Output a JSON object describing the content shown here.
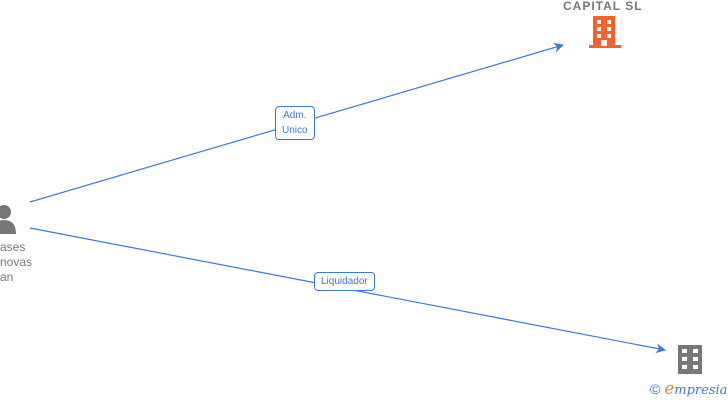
{
  "nodes": {
    "person": {
      "name_lines": [
        "ases",
        "novas",
        "an"
      ],
      "icon": "person-icon",
      "color": "#777777"
    },
    "company_top": {
      "name": "CAPITAL  SL",
      "icon": "building-icon",
      "color": "#f4612b"
    },
    "company_bottom": {
      "icon": "building-icon",
      "color": "#777777"
    }
  },
  "edges": [
    {
      "label_lines": [
        "Adm.",
        "Unico"
      ],
      "from": "person",
      "to": "company_top"
    },
    {
      "label": "Liquidador",
      "from": "person",
      "to": "company_bottom"
    }
  ],
  "edge_color": "#3a7bd5",
  "credit": {
    "symbol": "©",
    "brand_initial": "e",
    "brand_rest": "mpresia"
  }
}
